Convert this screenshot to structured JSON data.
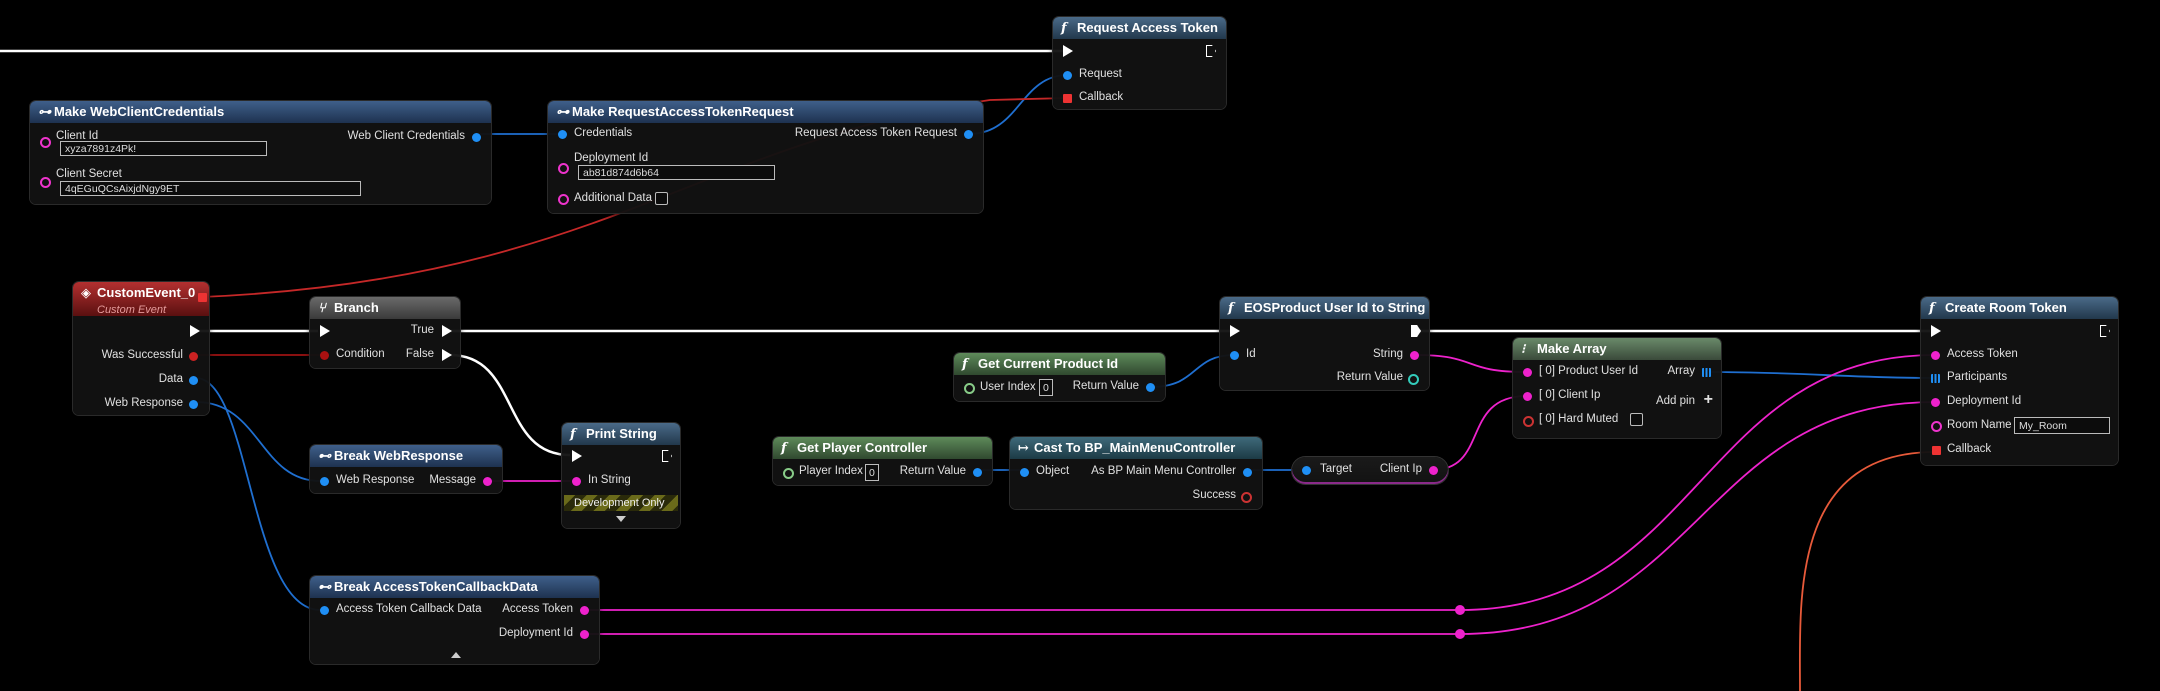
{
  "nodes": {
    "request_access_token": {
      "title": "Request Access Token",
      "pins": {
        "request": "Request",
        "callback": "Callback"
      }
    },
    "make_web_client_credentials": {
      "title": "Make WebClientCredentials",
      "pins": {
        "client_id": "Client Id",
        "client_secret": "Client Secret",
        "web_client_credentials": "Web Client Credentials"
      },
      "values": {
        "client_id": "xyza7891z4Pk!",
        "client_secret": "4qEGuQCsAixjdNgy9ET"
      }
    },
    "make_request_access_token_request": {
      "title": "Make RequestAccessTokenRequest",
      "pins": {
        "credentials": "Credentials",
        "request_access_token_request": "Request Access Token Request",
        "deployment_id": "Deployment Id",
        "additional_data": "Additional Data"
      },
      "values": {
        "deployment_id": "ab81d874d6b64"
      }
    },
    "custom_event": {
      "title": "CustomEvent_0",
      "subtitle": "Custom Event",
      "pins": {
        "was_successful": "Was Successful",
        "data": "Data",
        "web_response": "Web Response"
      }
    },
    "branch": {
      "title": "Branch",
      "pins": {
        "condition": "Condition",
        "true": "True",
        "false": "False"
      }
    },
    "eos_product_user_id_to_string": {
      "title": "EOSProduct User Id to String",
      "pins": {
        "id": "Id",
        "string": "String",
        "return_value": "Return Value"
      }
    },
    "create_room_token": {
      "title": "Create Room Token",
      "pins": {
        "access_token": "Access Token",
        "participants": "Participants",
        "deployment_id": "Deployment Id",
        "room_name": "Room Name",
        "callback": "Callback"
      },
      "values": {
        "room_name": "My_Room"
      }
    },
    "get_current_product_id": {
      "title": "Get Current Product Id",
      "pins": {
        "user_index": "User Index",
        "return_value": "Return Value"
      },
      "values": {
        "user_index": "0"
      }
    },
    "make_array": {
      "title": "Make Array",
      "pins": {
        "product_user_id": "[ 0] Product User Id",
        "client_ip": "[ 0] Client Ip",
        "hard_muted": "[ 0] Hard Muted",
        "array": "Array",
        "add_pin": "Add pin"
      }
    },
    "break_web_response": {
      "title": "Break WebResponse",
      "pins": {
        "web_response": "Web Response",
        "message": "Message"
      }
    },
    "print_string": {
      "title": "Print String",
      "pins": {
        "in_string": "In String"
      },
      "dev_only": "Development Only"
    },
    "get_player_controller": {
      "title": "Get Player Controller",
      "pins": {
        "player_index": "Player Index",
        "return_value": "Return Value"
      },
      "values": {
        "player_index": "0"
      }
    },
    "cast_to_bp_main_menu_controller": {
      "title": "Cast To BP_MainMenuController",
      "pins": {
        "object": "Object",
        "as_bp_main_menu_controller": "As BP Main Menu Controller",
        "success": "Success"
      }
    },
    "client_ip_get": {
      "pins": {
        "target": "Target",
        "client_ip": "Client Ip"
      }
    },
    "break_access_token_callback_data": {
      "title": "Break AccessTokenCallbackData",
      "pins": {
        "access_token_callback_data": "Access Token Callback Data",
        "access_token": "Access Token",
        "deployment_id": "Deployment Id"
      }
    }
  },
  "colors": {
    "exec": "#ffffff",
    "object": "#1f8ff5",
    "string": "#ee22cc",
    "bool": "#cc2222",
    "delegate": "#e83333"
  }
}
